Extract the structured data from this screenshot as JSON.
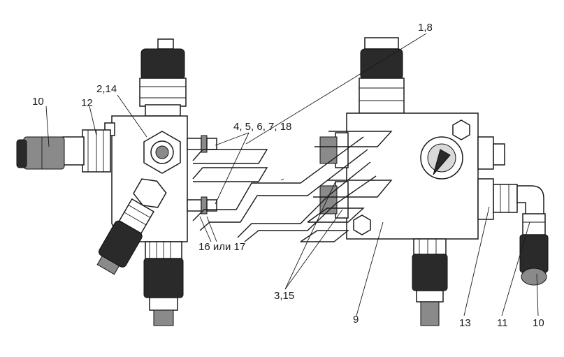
{
  "callouts": {
    "c_10_left": "10",
    "c_12": "12",
    "c_2_14": "2,14",
    "c_1_8": "1,8",
    "c_4_18": "4, 5, 6, 7, 18",
    "c_16_17": "16 или 17",
    "c_3_15": "3,15",
    "c_9": "9",
    "c_13": "13",
    "c_11": "11",
    "c_10_right": "10"
  }
}
